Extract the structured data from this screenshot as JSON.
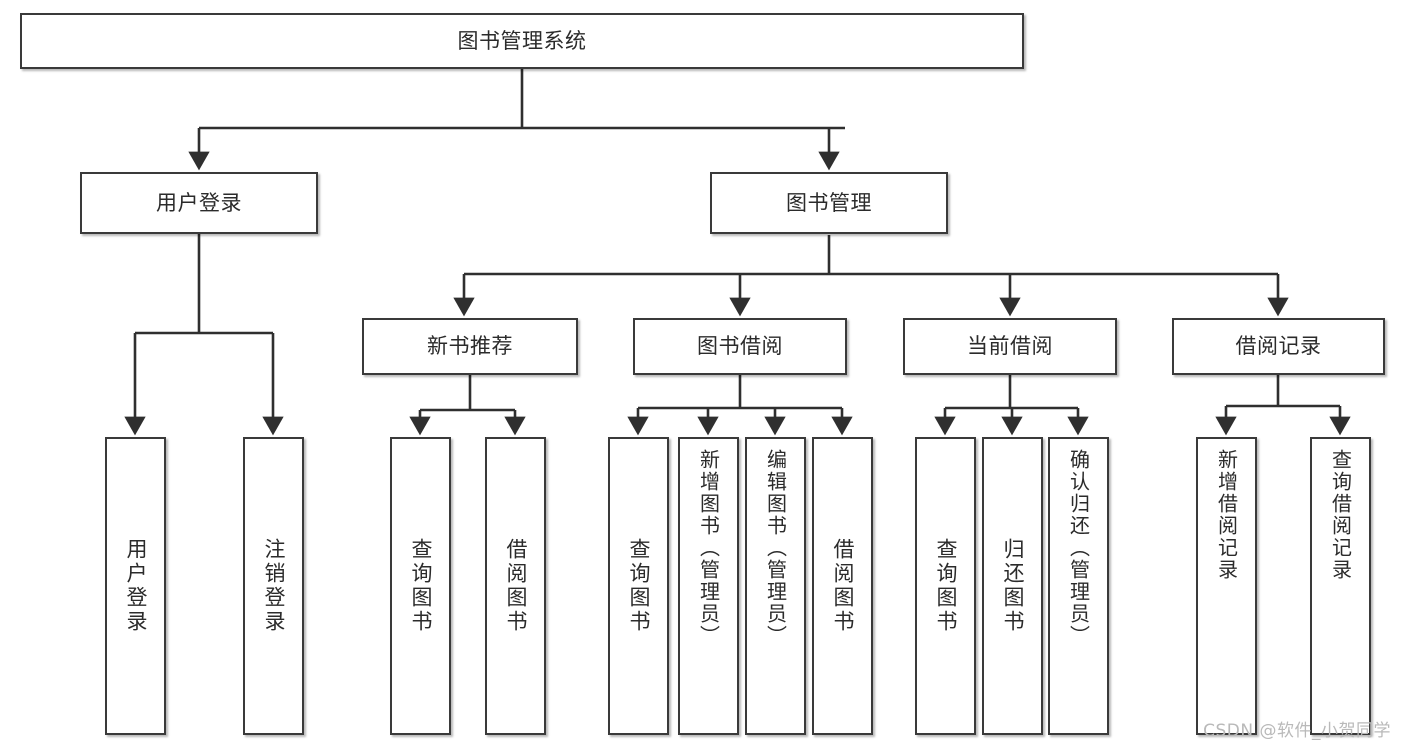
{
  "diagram": {
    "type": "tree-flowchart",
    "title": "图书管理系统",
    "watermark": "CSDN @软件_小贺同学",
    "colors": {
      "box_border": "#3a3a3a",
      "box_fill": "#ffffff",
      "connector": "#2f2f2f",
      "text": "#2b2b2b",
      "watermark": "#b9b9b9"
    },
    "nodes": {
      "root": {
        "label": "图书管理系统",
        "level": 0,
        "orientation": "horizontal"
      },
      "l1_a": {
        "label": "用户登录",
        "level": 1,
        "orientation": "horizontal"
      },
      "l1_b": {
        "label": "图书管理",
        "level": 1,
        "orientation": "horizontal"
      },
      "l2_a": {
        "label": "新书推荐",
        "level": 2,
        "orientation": "horizontal"
      },
      "l2_b": {
        "label": "图书借阅",
        "level": 2,
        "orientation": "horizontal"
      },
      "l2_c": {
        "label": "当前借阅",
        "level": 2,
        "orientation": "horizontal"
      },
      "l2_d": {
        "label": "借阅记录",
        "level": 2,
        "orientation": "horizontal"
      },
      "leaf_1": {
        "label": "用户登录",
        "level": 3,
        "orientation": "vertical"
      },
      "leaf_2": {
        "label": "注销登录",
        "level": 3,
        "orientation": "vertical"
      },
      "leaf_3": {
        "label": "查询图书",
        "level": 3,
        "orientation": "vertical"
      },
      "leaf_4": {
        "label": "借阅图书",
        "level": 3,
        "orientation": "vertical"
      },
      "leaf_5": {
        "label": "查询图书",
        "level": 3,
        "orientation": "vertical"
      },
      "leaf_6": {
        "label": "新增图书（管理员）",
        "level": 3,
        "orientation": "vertical"
      },
      "leaf_7": {
        "label": "编辑图书（管理员）",
        "level": 3,
        "orientation": "vertical"
      },
      "leaf_8": {
        "label": "借阅图书",
        "level": 3,
        "orientation": "vertical"
      },
      "leaf_9": {
        "label": "查询图书",
        "level": 3,
        "orientation": "vertical"
      },
      "leaf_10": {
        "label": "归还图书",
        "level": 3,
        "orientation": "vertical"
      },
      "leaf_11": {
        "label": "确认归还（管理员）",
        "level": 3,
        "orientation": "vertical"
      },
      "leaf_12": {
        "label": "新增借阅记录",
        "level": 3,
        "orientation": "vertical"
      },
      "leaf_13": {
        "label": "查询借阅记录",
        "level": 3,
        "orientation": "vertical"
      }
    },
    "edges": [
      {
        "from": "root",
        "to": "l1_a"
      },
      {
        "from": "root",
        "to": "l1_b"
      },
      {
        "from": "l1_b",
        "to": "l2_a"
      },
      {
        "from": "l1_b",
        "to": "l2_b"
      },
      {
        "from": "l1_b",
        "to": "l2_c"
      },
      {
        "from": "l1_b",
        "to": "l2_d"
      },
      {
        "from": "l1_a",
        "to": "leaf_1"
      },
      {
        "from": "l1_a",
        "to": "leaf_2"
      },
      {
        "from": "l2_a",
        "to": "leaf_3"
      },
      {
        "from": "l2_a",
        "to": "leaf_4"
      },
      {
        "from": "l2_b",
        "to": "leaf_5"
      },
      {
        "from": "l2_b",
        "to": "leaf_6"
      },
      {
        "from": "l2_b",
        "to": "leaf_7"
      },
      {
        "from": "l2_b",
        "to": "leaf_8"
      },
      {
        "from": "l2_c",
        "to": "leaf_9"
      },
      {
        "from": "l2_c",
        "to": "leaf_10"
      },
      {
        "from": "l2_c",
        "to": "leaf_11"
      },
      {
        "from": "l2_d",
        "to": "leaf_12"
      },
      {
        "from": "l2_d",
        "to": "leaf_13"
      }
    ]
  }
}
